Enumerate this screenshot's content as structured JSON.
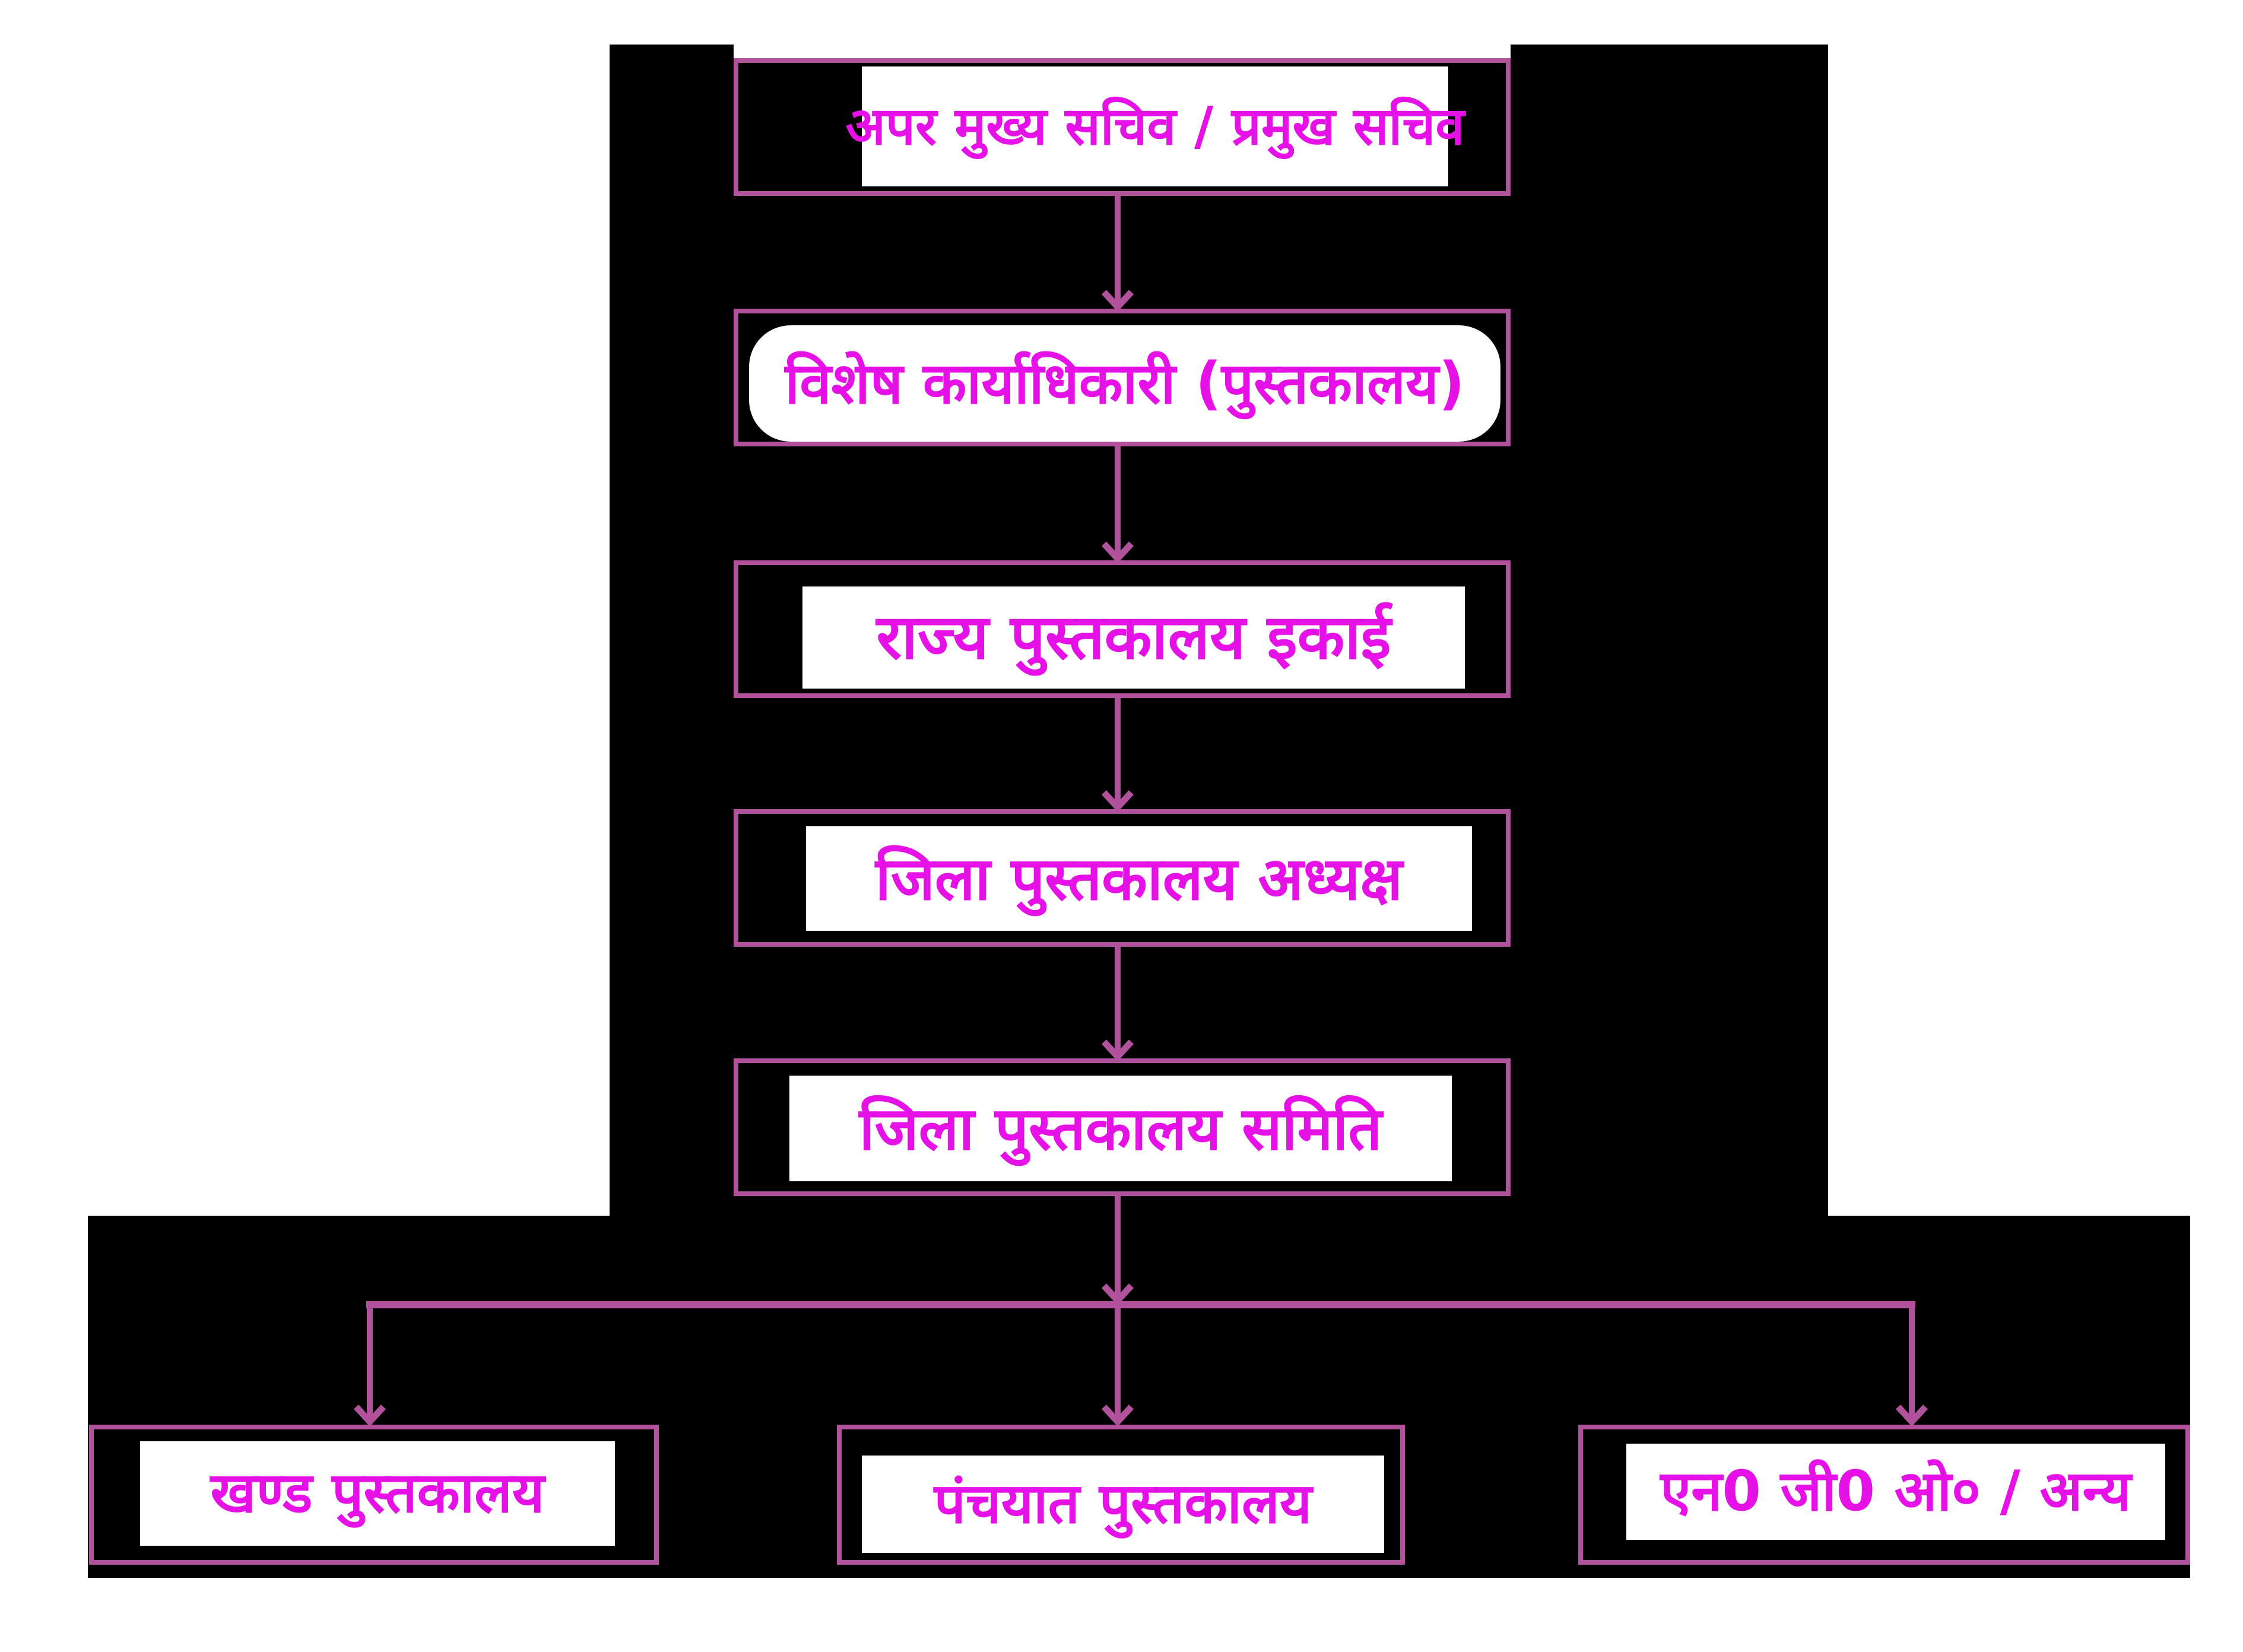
{
  "diagram": {
    "type": "flowchart-org-hierarchy",
    "title": "Library administration hierarchy (Hindi)",
    "colors": {
      "background": "#ffffff",
      "panel": "#000000",
      "box_border": "#B2519C",
      "connector": "#B2519C",
      "label_text": "#E611E6",
      "label_patch": "#ffffff"
    },
    "nodes": [
      {
        "id": "n1",
        "level": 1,
        "label": "अपर मुख्य सचिव / प्रमुख सचिव"
      },
      {
        "id": "n2",
        "level": 2,
        "label": "विशेष कार्याधिकारी (पुस्तकालय)"
      },
      {
        "id": "n3",
        "level": 3,
        "label": "राज्य पुस्तकालय इकाई"
      },
      {
        "id": "n4",
        "level": 4,
        "label": "जिला पुस्तकालय अध्यक्ष"
      },
      {
        "id": "n5",
        "level": 5,
        "label": "जिला पुस्तकालय समिति"
      },
      {
        "id": "b1",
        "level": 6,
        "label": "खण्ड पुस्तकालय"
      },
      {
        "id": "b2",
        "level": 6,
        "label": "पंचयात पुस्तकालय"
      },
      {
        "id": "b3",
        "level": 6,
        "label": "एन0 जी0 ओ० / अन्य"
      }
    ],
    "edges": [
      {
        "from": "n1",
        "to": "n2"
      },
      {
        "from": "n2",
        "to": "n3"
      },
      {
        "from": "n3",
        "to": "n4"
      },
      {
        "from": "n4",
        "to": "n5"
      },
      {
        "from": "n5",
        "to": "b1"
      },
      {
        "from": "n5",
        "to": "b2"
      },
      {
        "from": "n5",
        "to": "b3"
      }
    ]
  }
}
